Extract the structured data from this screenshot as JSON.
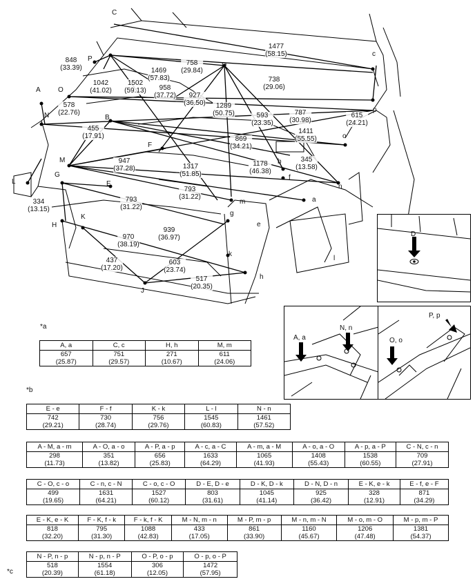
{
  "points": {
    "C": "C",
    "P": "P",
    "A": "A",
    "O": "O",
    "N": "N",
    "L": "L",
    "M": "M",
    "G": "G",
    "H": "H",
    "K": "K",
    "J": "J",
    "B": "B",
    "F": "F",
    "E": "E",
    "D": "D",
    "c": "c",
    "p": "p",
    "o": "o",
    "b": "b",
    "f": "f",
    "n": "n",
    "a": "a",
    "m": "m",
    "g": "g",
    "e": "e",
    "k": "k",
    "h": "h",
    "l": "l"
  },
  "dimensions": [
    {
      "mm": "848",
      "in": "(33.39)"
    },
    {
      "mm": "1477",
      "in": "(58.15)"
    },
    {
      "mm": "758",
      "in": "(29.84)"
    },
    {
      "mm": "1469",
      "in": "(57.83)"
    },
    {
      "mm": "738",
      "in": "(29.06)"
    },
    {
      "mm": "1042",
      "in": "(41.02)"
    },
    {
      "mm": "1502",
      "in": "(59.13)"
    },
    {
      "mm": "958",
      "in": "(37.72)"
    },
    {
      "mm": "927",
      "in": "(36.50)"
    },
    {
      "mm": "578",
      "in": "(22.76)"
    },
    {
      "mm": "1289",
      "in": "(50.75)"
    },
    {
      "mm": "787",
      "in": "(30.98)"
    },
    {
      "mm": "615",
      "in": "(24.21)"
    },
    {
      "mm": "593",
      "in": "(23.35)"
    },
    {
      "mm": "455",
      "in": "(17.91)"
    },
    {
      "mm": "1411",
      "in": "(55.55)"
    },
    {
      "mm": "869",
      "in": "(34.21)"
    },
    {
      "mm": "345",
      "in": "(13.58)"
    },
    {
      "mm": "947",
      "in": "(37.28)"
    },
    {
      "mm": "1317",
      "in": "(51.85)"
    },
    {
      "mm": "1178",
      "in": "(46.38)"
    },
    {
      "mm": "793",
      "in": "(31.22)"
    },
    {
      "mm": "793",
      "in": "(31.22)"
    },
    {
      "mm": "334",
      "in": "(13.15)"
    },
    {
      "mm": "939",
      "in": "(36.97)"
    },
    {
      "mm": "970",
      "in": "(38.19)"
    },
    {
      "mm": "603",
      "in": "(23.74)"
    },
    {
      "mm": "437",
      "in": "(17.20)"
    },
    {
      "mm": "517",
      "in": "(20.35)"
    }
  ],
  "insets": {
    "d_label": "D",
    "an_label_1": "N, n",
    "an_label_2": "A, a",
    "op_label_1": "P, p",
    "op_label_2": "O, o"
  },
  "notes": {
    "a": "*a",
    "b": "*b",
    "c": "*c"
  },
  "table_a": {
    "headers": [
      "A, a",
      "C, c",
      "H, h",
      "M, m"
    ],
    "mm": [
      "657",
      "751",
      "271",
      "611"
    ],
    "in": [
      "(25.87)",
      "(29.57)",
      "(10.67)",
      "(24.06)"
    ]
  },
  "table_b": {
    "headers": [
      "E - e",
      "F - f",
      "K - k",
      "L - l",
      "N - n"
    ],
    "mm": [
      "742",
      "730",
      "756",
      "1545",
      "1461"
    ],
    "in": [
      "(29.21)",
      "(28.74)",
      "(29.76)",
      "(60.83)",
      "(57.52)"
    ]
  },
  "table_c": [
    {
      "headers": [
        "A - M, a - m",
        "A - O, a - o",
        "A - P, a - p",
        "A - c, a - C",
        "A - m, a - M",
        "A - o, a - O",
        "A - p, a - P",
        "C - N, c - n"
      ],
      "mm": [
        "298",
        "351",
        "656",
        "1633",
        "1065",
        "1408",
        "1538",
        "709"
      ],
      "in": [
        "(11.73)",
        "(13.82)",
        "(25.83)",
        "(64.29)",
        "(41.93)",
        "(55.43)",
        "(60.55)",
        "(27.91)"
      ]
    },
    {
      "headers": [
        "C - O, c - o",
        "C - n, c - N",
        "C - o, c - O",
        "D - E, D - e",
        "D - K, D - k",
        "D - N, D - n",
        "E - K, e - k",
        "E - f, e - F"
      ],
      "mm": [
        "499",
        "1631",
        "1527",
        "803",
        "1045",
        "925",
        "328",
        "871"
      ],
      "in": [
        "(19.65)",
        "(64.21)",
        "(60.12)",
        "(31.61)",
        "(41.14)",
        "(36.42)",
        "(12.91)",
        "(34.29)"
      ]
    },
    {
      "headers": [
        "E - K, e - K",
        "F - K, f - k",
        "F - k, f - K",
        "M - N, m - n",
        "M - P, m - p",
        "M - n, m - N",
        "M - o, m - O",
        "M - p, m - P"
      ],
      "mm": [
        "818",
        "795",
        "1088",
        "433",
        "861",
        "1160",
        "1206",
        "1381"
      ],
      "in": [
        "(32.20)",
        "(31.30)",
        "(42.83)",
        "(17.05)",
        "(33.90)",
        "(45.67)",
        "(47.48)",
        "(54.37)"
      ]
    },
    {
      "headers": [
        "N - P, n - p",
        "N - p, n - P",
        "O - P, o - p",
        "O - p, o - P"
      ],
      "mm": [
        "518",
        "1554",
        "306",
        "1472"
      ],
      "in": [
        "(20.39)",
        "(61.18)",
        "(12.05)",
        "(57.95)"
      ]
    }
  ]
}
